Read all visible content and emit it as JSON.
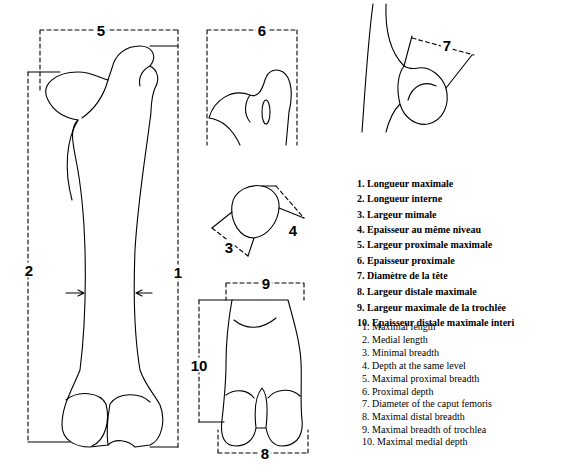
{
  "diagram": {
    "labels": [
      "5",
      "6",
      "7",
      "2",
      "1",
      "3",
      "4",
      "9",
      "10",
      "8",
      "1. Longueur maximale",
      "2. Longueur interne",
      "3. Largeur mimale",
      "4. Epaisseur au même niveau",
      "5. Largeur proximale maximale",
      "6. Epaisseur proximale",
      "7. Diamètre de la tête",
      "8. Largeur distale maximale",
      "9. Largeur maximale de la trochlée",
      "10. Epaisseur distale maximale interi",
      "1. Maximal length",
      "2. Medial length",
      "3. Minimal breadth",
      "4. Depth at the same level",
      "5. Maximal proximal breadth",
      "6. Proximal depth",
      "7. Diameter of the caput femoris",
      "8. Maximal distal breadth",
      "9. Maximal breadth of trochlea",
      "10. Maximal medial depth"
    ]
  }
}
